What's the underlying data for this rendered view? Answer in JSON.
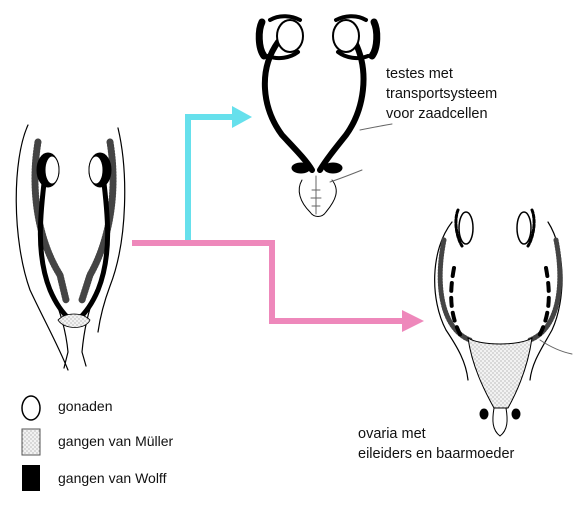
{
  "labels": {
    "male": [
      "testes met",
      "transportsysteem",
      "voor zaadcellen"
    ],
    "female": [
      "ovaria met",
      "eileiders en baarmoeder"
    ]
  },
  "legend": [
    {
      "key": "gonad",
      "text": "gonaden"
    },
    {
      "key": "muller",
      "text": "gangen van Müller"
    },
    {
      "key": "wolff",
      "text": "gangen van Wolff"
    }
  ],
  "colors": {
    "arrow_male": "#66e0ec",
    "arrow_female": "#ee88bb",
    "wolff_duct": "#000000",
    "muller_duct": "#dddddd"
  }
}
